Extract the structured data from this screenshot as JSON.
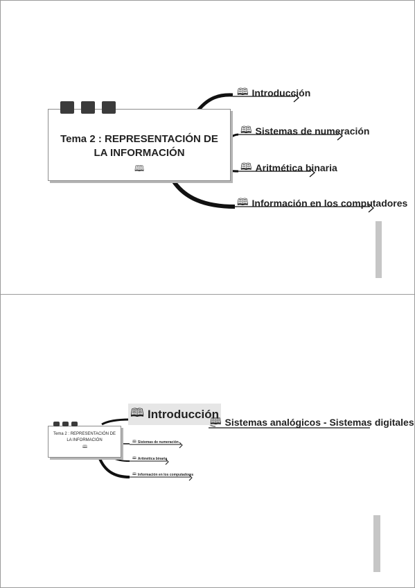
{
  "slides": [
    {
      "central_topic": {
        "title": "Tema 2 : REPRESENTACIÓN DE\nLA INFORMACIÓN",
        "icon": "book-icon",
        "glyph": "🕮"
      },
      "branches": [
        {
          "label": "Introducción",
          "icon": "book-icon"
        },
        {
          "label": "Sistemas de numeración",
          "icon": "book-icon"
        },
        {
          "label": "Aritmética binaria",
          "icon": "book-icon"
        },
        {
          "label": "Información en los computadores",
          "icon": "book-icon"
        }
      ]
    },
    {
      "central_topic": {
        "title": "Tema 2 : REPRESENTACIÓN DE\nLA INFORMACIÓN",
        "icon": "book-icon",
        "glyph": "🕮"
      },
      "branches": [
        {
          "label": "Introducción",
          "icon": "book-icon",
          "selected": true
        },
        {
          "label": "Sistemas de numeración",
          "icon": "book-icon"
        },
        {
          "label": "Aritmética binaria",
          "icon": "book-icon"
        },
        {
          "label": "Información en los computadores",
          "icon": "book-icon"
        }
      ],
      "subtopic": {
        "label": "Sistemas analógicos - Sistemas digitales",
        "icon": "book-icon"
      }
    }
  ],
  "book_glyph": "🕮"
}
